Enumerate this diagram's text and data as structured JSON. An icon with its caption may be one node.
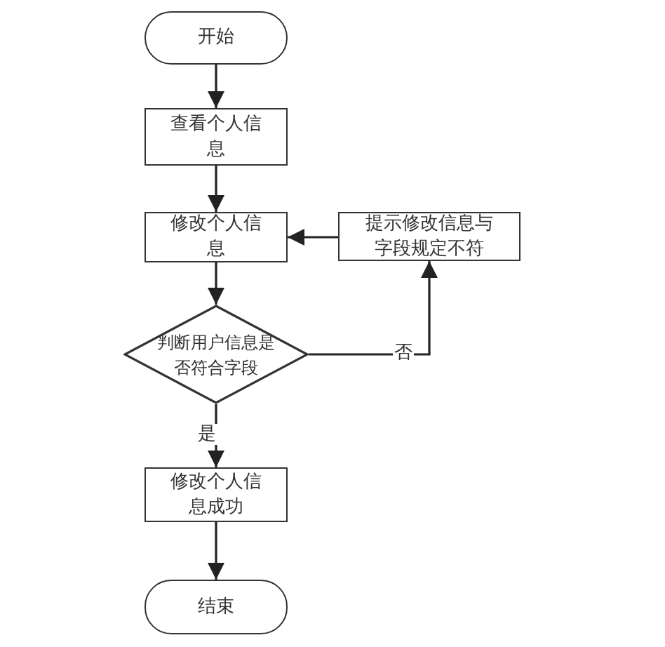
{
  "diagram": {
    "nodes": [
      {
        "text": [
          "开始"
        ]
      },
      {
        "text": [
          "查看个人信息"
        ]
      },
      {
        "text": [
          "修改个人信息"
        ]
      },
      {
        "text": [
          "判断用户信息是否符合字段"
        ]
      },
      {
        "text": [
          "提示修改信息与字段规定不符"
        ]
      },
      {
        "text": [
          "修改个人信息成功"
        ]
      },
      {
        "text": [
          "结束"
        ]
      }
    ],
    "edges": [
      {
        "from": 0,
        "to": 1,
        "arrow": "to"
      },
      {
        "from": 1,
        "to": 2,
        "arrow": "to"
      },
      {
        "from": 2,
        "to": 3,
        "arrow": "to"
      },
      {
        "from": 3,
        "to": 4,
        "arrow": "to",
        "label": "否"
      },
      {
        "from": 4,
        "to": 2,
        "arrow": "to"
      },
      {
        "from": 3,
        "to": 5,
        "arrow": "to",
        "label": "是"
      },
      {
        "from": 5,
        "to": 6,
        "arrow": "to"
      }
    ]
  }
}
